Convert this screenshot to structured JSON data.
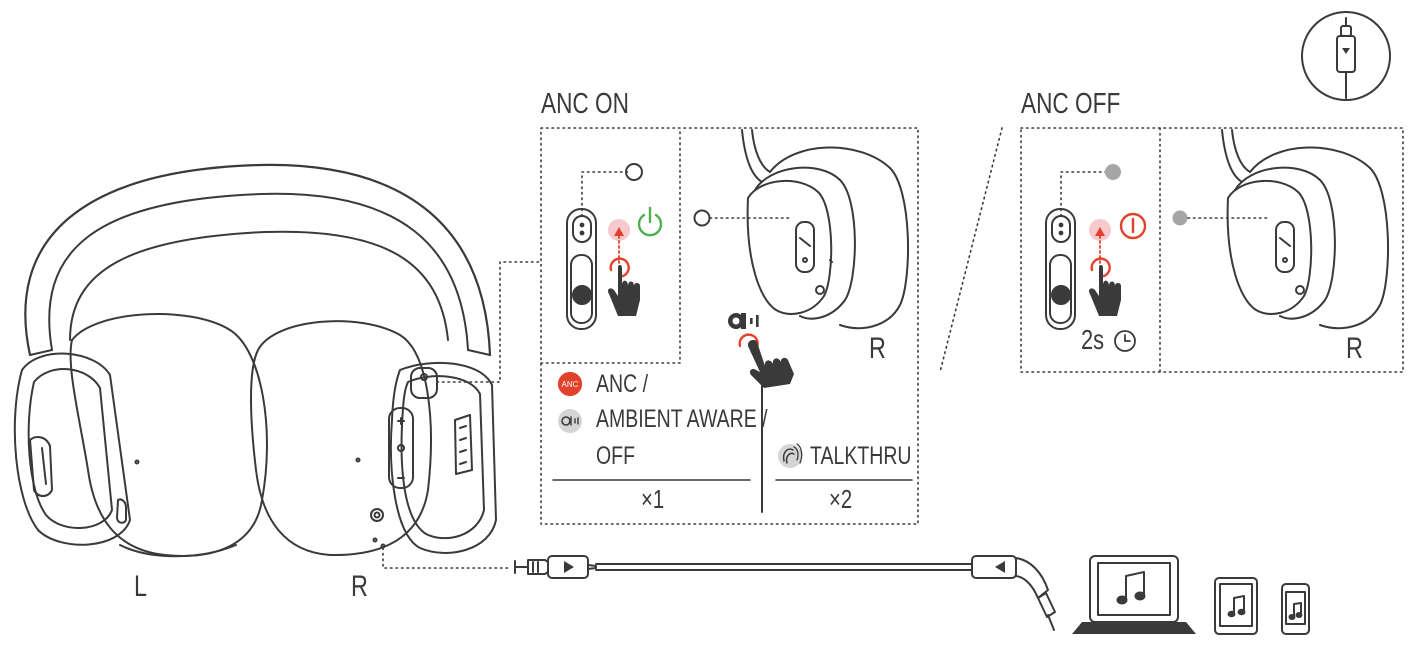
{
  "headphones": {
    "left_label": "L",
    "right_label": "R"
  },
  "anc_on": {
    "title": "ANC ON",
    "right_label": "R",
    "single_press": {
      "modes": [
        "ANC /",
        "AMBIENT AWARE /",
        "OFF"
      ],
      "badge": "ANC",
      "count": "×1"
    },
    "double_press": {
      "mode": "TALKTHRU",
      "count": "×2"
    }
  },
  "anc_off": {
    "title": "ANC OFF",
    "hold_time": "2s",
    "right_label": "R"
  },
  "colors": {
    "line": "#3a3a3a",
    "anc_red": "#e2412c",
    "power_green": "#4caf50",
    "press_red": "#e2412c",
    "press_pink": "#f6c9cc",
    "led_gray": "#a6a6a6"
  },
  "icons": [
    "cable-jack-icon",
    "hand-press-icon",
    "power-icon",
    "ambient-aware-icon",
    "talkthru-icon",
    "clock-icon",
    "laptop-music-icon",
    "tablet-music-icon",
    "phone-music-icon"
  ]
}
